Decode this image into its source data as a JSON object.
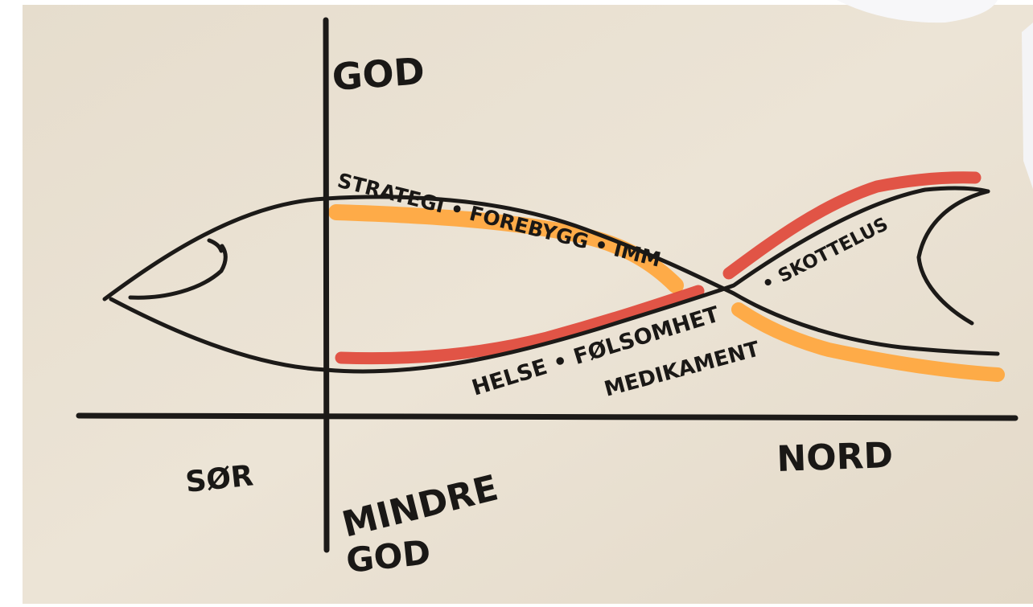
{
  "diagram": {
    "axis_labels": {
      "top": "GOD",
      "bottom_line1": "MINDRE",
      "bottom_line2": "GOD",
      "left": "SØR",
      "right": "NORD"
    },
    "upper_curve_label": "STRATEGI • FOREBYGG • IMM",
    "tail_label": "• SKOTTELUS",
    "lower_curve_label": "HELSE • FØLSOMHET",
    "lower_curve_label_2": "MEDIKAMENT"
  },
  "colors": {
    "paper": "#e9e1d3",
    "ink": "#1c1a18",
    "orange_highlight": "#ffa63c",
    "red_highlight": "#e0483a"
  }
}
